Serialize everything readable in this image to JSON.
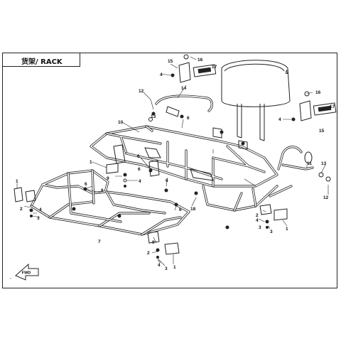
{
  "title": "货架/ RACK",
  "direction_label": "FWD",
  "callouts": [
    {
      "id": "c15a",
      "text": "15"
    },
    {
      "id": "c16a",
      "text": "16"
    },
    {
      "id": "c17a",
      "text": "17"
    },
    {
      "id": "c4a",
      "text": "4"
    },
    {
      "id": "c5",
      "text": "5"
    },
    {
      "id": "c12a",
      "text": "12"
    },
    {
      "id": "c13a",
      "text": "13"
    },
    {
      "id": "c14",
      "text": "14"
    },
    {
      "id": "c16b",
      "text": "16"
    },
    {
      "id": "c17b",
      "text": "17"
    },
    {
      "id": "c4b",
      "text": "4"
    },
    {
      "id": "c15b",
      "text": "15"
    },
    {
      "id": "c10",
      "text": "10"
    },
    {
      "id": "c6a",
      "text": "6"
    },
    {
      "id": "c6b",
      "text": "6"
    },
    {
      "id": "c6c",
      "text": "6"
    },
    {
      "id": "c1a",
      "text": "1"
    },
    {
      "id": "c9a",
      "text": "9"
    },
    {
      "id": "c6d",
      "text": "6"
    },
    {
      "id": "c4c",
      "text": "4"
    },
    {
      "id": "c11",
      "text": "11"
    },
    {
      "id": "c13b",
      "text": "13"
    },
    {
      "id": "c12b",
      "text": "12"
    },
    {
      "id": "c1b",
      "text": "1"
    },
    {
      "id": "c2a",
      "text": "2"
    },
    {
      "id": "c4d",
      "text": "4"
    },
    {
      "id": "c3a",
      "text": "3"
    },
    {
      "id": "c6e",
      "text": "6"
    },
    {
      "id": "c8",
      "text": "8"
    },
    {
      "id": "c6f",
      "text": "6"
    },
    {
      "id": "c18",
      "text": "18"
    },
    {
      "id": "c7",
      "text": "7"
    },
    {
      "id": "c9b",
      "text": "9"
    },
    {
      "id": "c2b",
      "text": "2"
    },
    {
      "id": "c4e",
      "text": "4"
    },
    {
      "id": "c3b",
      "text": "3"
    },
    {
      "id": "c3c",
      "text": "3"
    },
    {
      "id": "c1c",
      "text": "1"
    },
    {
      "id": "c2c",
      "text": "2"
    },
    {
      "id": "c4f",
      "text": "4"
    },
    {
      "id": "c3d",
      "text": "3"
    },
    {
      "id": "c1d",
      "text": "1"
    }
  ]
}
